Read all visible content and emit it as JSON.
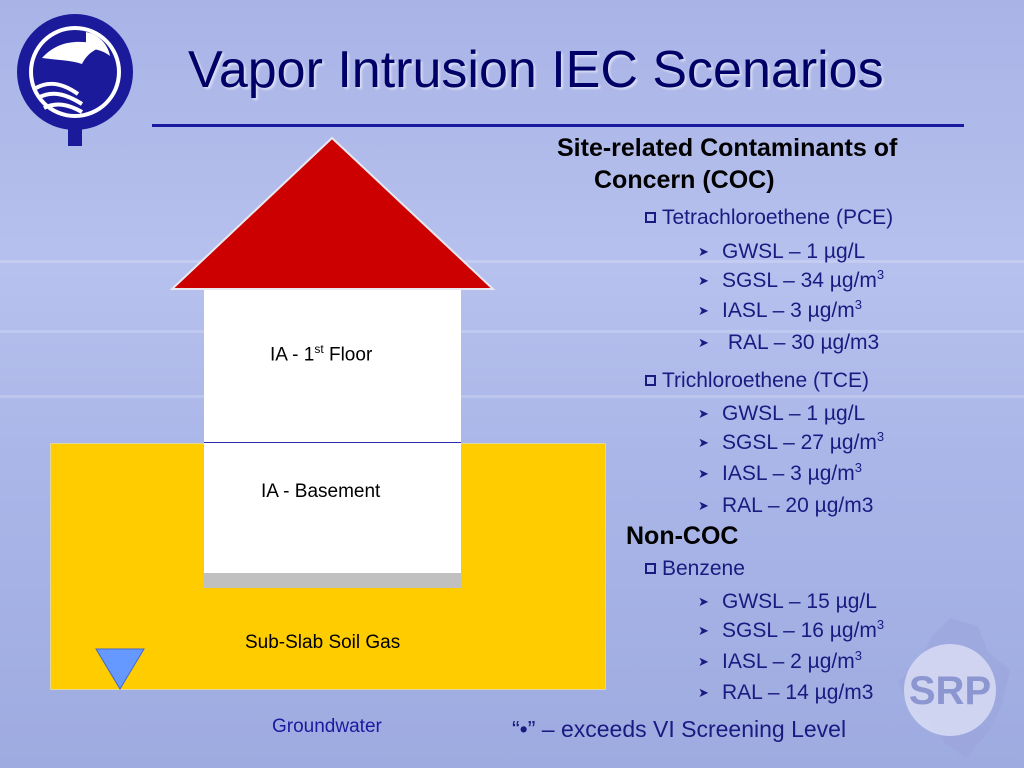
{
  "slide": {
    "title": "Vapor Intrusion IEC Scenarios",
    "colors": {
      "title": "#000066",
      "roof": "#cc0000",
      "ground": "#ffcc00",
      "water": "#6699ff",
      "text": "#1a1a80"
    }
  },
  "diagram": {
    "floor1_label": "IA - 1",
    "floor1_sup": "st",
    "floor1_suffix": " Floor",
    "basement_label": "IA - Basement",
    "subslab_label": "Sub-Slab Soil Gas",
    "groundwater_label": "Groundwater"
  },
  "coc": {
    "heading_line1": "Site-related Contaminants of",
    "heading_line2": "Concern (COC)",
    "chemicals": [
      {
        "name": "Tetrachloroethene (PCE)",
        "items": [
          {
            "text": "GWSL – 1 µg/L",
            "sup": ""
          },
          {
            "text": "SGSL – 34 µg/m",
            "sup": "3"
          },
          {
            "text": "IASL – 3 µg/m",
            "sup": "3"
          },
          {
            "text": " RAL – 30 µg/m3",
            "sup": ""
          }
        ]
      },
      {
        "name": "Trichloroethene (TCE)",
        "items": [
          {
            "text": "GWSL – 1 µg/L",
            "sup": ""
          },
          {
            "text": "SGSL – 27 µg/m",
            "sup": "3"
          },
          {
            "text": "IASL – 3 µg/m",
            "sup": "3"
          },
          {
            "text": "RAL – 20 µg/m3",
            "sup": ""
          }
        ]
      }
    ]
  },
  "noncoc": {
    "heading": "Non-COC",
    "chemical": {
      "name": "Benzene",
      "items": [
        {
          "text": "GWSL – 15 µg/L",
          "sup": ""
        },
        {
          "text": "SGSL – 16 µg/m",
          "sup": "3"
        },
        {
          "text": "IASL – 2 µg/m",
          "sup": "3"
        },
        {
          "text": "RAL – 14 µg/m3",
          "sup": ""
        }
      ]
    }
  },
  "footnote": "“•” – exceeds VI Screening Level",
  "icons": {
    "logo": "bird-wave-logo-icon",
    "seal": "srp-seal-icon",
    "bullet": "checkbox-bullet-icon",
    "sub_bullet": "arrowhead-bullet-icon",
    "water": "water-table-triangle-icon"
  }
}
